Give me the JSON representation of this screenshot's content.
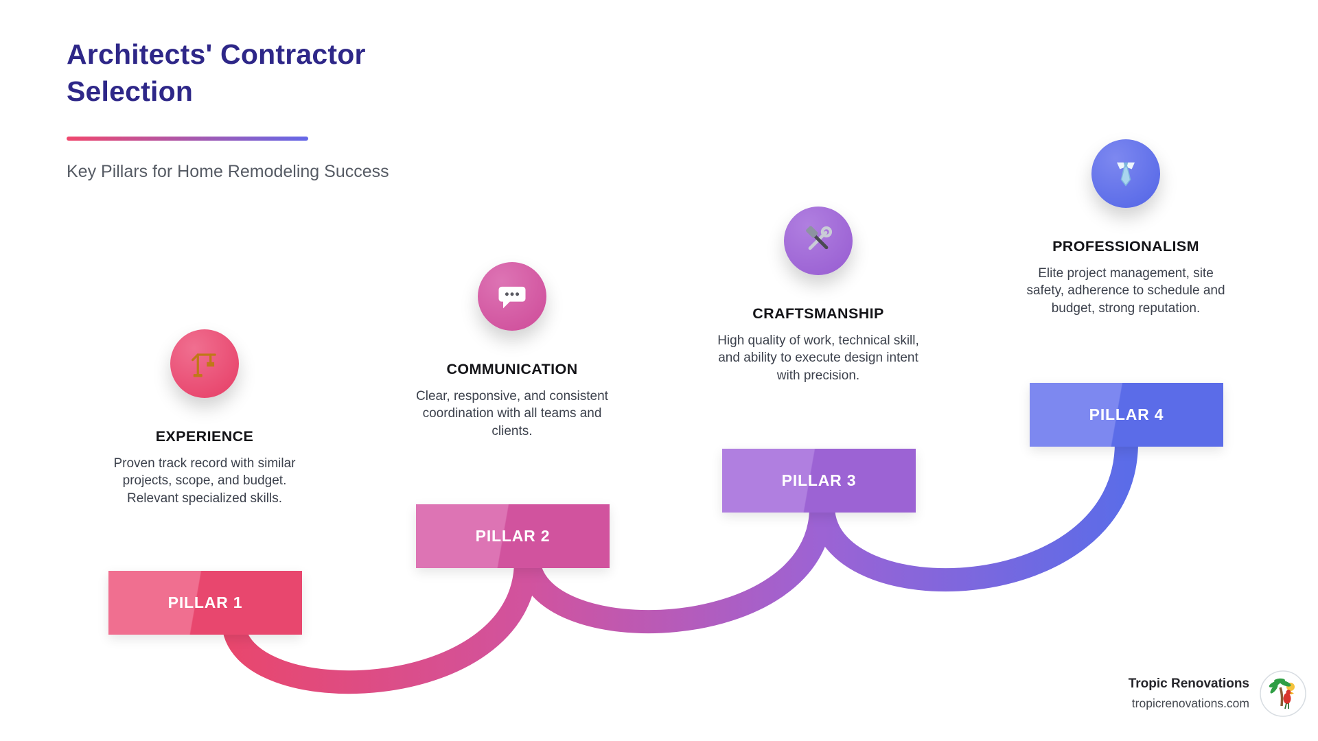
{
  "header": {
    "title": "Architects' Contractor\nSelection",
    "subtitle": "Key Pillars for Home Remodeling Success",
    "title_color": "#2e2788",
    "accent_gradient_start": "#f0476d",
    "accent_gradient_end": "#6468e8"
  },
  "pillars": [
    {
      "label": "PILLAR 1",
      "heading": "EXPERIENCE",
      "description": "Proven track record with similar projects, scope, and budget. Relevant specialized skills.",
      "icon": "crane-icon",
      "color": "#e8476e",
      "color_light": "#f06f90"
    },
    {
      "label": "PILLAR 2",
      "heading": "COMMUNICATION",
      "description": "Clear, responsive, and consistent coordination with all teams and clients.",
      "icon": "speech-bubble-icon",
      "color": "#d1539e",
      "color_light": "#dd74b4"
    },
    {
      "label": "PILLAR 3",
      "heading": "CRAFTSMANSHIP",
      "description": "High quality of work, technical skill, and ability to execute design intent with precision.",
      "icon": "hammer-wrench-icon",
      "color": "#9c63d4",
      "color_light": "#b07fe0"
    },
    {
      "label": "PILLAR 4",
      "heading": "PROFESSIONALISM",
      "description": "Elite project management, site safety, adherence to schedule and budget, strong reputation.",
      "icon": "necktie-icon",
      "color": "#5b6ce8",
      "color_light": "#7d88f0"
    }
  ],
  "footer": {
    "brand": "Tropic Renovations",
    "website": "tropicrenovations.com"
  }
}
